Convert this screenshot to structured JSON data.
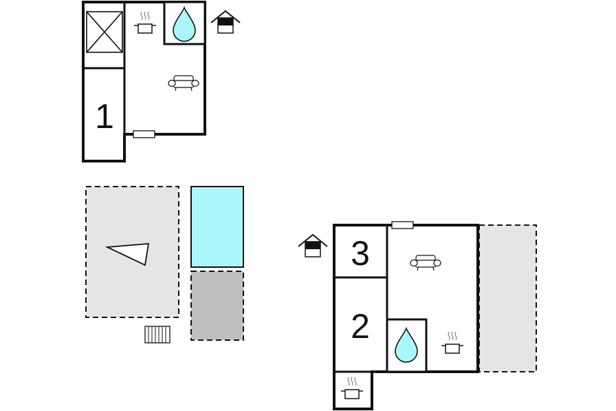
{
  "floorplan": {
    "colors": {
      "wall": "#111111",
      "pool_water": "#aaf7fb",
      "terrace": "#e5e5e5",
      "paved_area": "#c0c0c0",
      "water_drop": "#aaf7fb",
      "background": "#ffffff"
    },
    "rooms": {
      "bedroom_1": {
        "label": "1"
      },
      "bedroom_2": {
        "label": "2"
      },
      "bedroom_3": {
        "label": "3"
      }
    },
    "icons": [
      "sauna-icon",
      "kitchen-pot-icon",
      "water-drop-icon",
      "sofa-icon",
      "door-icon",
      "house-entrance-icon",
      "compass-triangle-icon",
      "radiator-heater-icon"
    ]
  }
}
